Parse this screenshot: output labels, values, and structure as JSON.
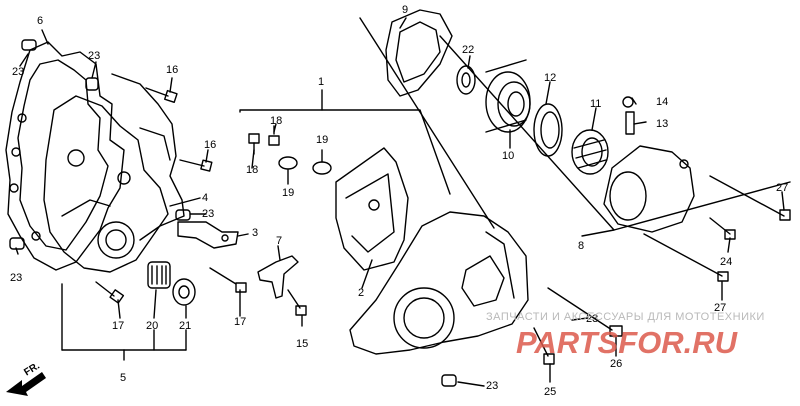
{
  "diagram": {
    "callouts": [
      {
        "id": "c6",
        "text": "6"
      },
      {
        "id": "c23a",
        "text": "23"
      },
      {
        "id": "c23b",
        "text": "23"
      },
      {
        "id": "c16a",
        "text": "16"
      },
      {
        "id": "c16b",
        "text": "16"
      },
      {
        "id": "c4",
        "text": "4"
      },
      {
        "id": "c23c",
        "text": "23"
      },
      {
        "id": "c3",
        "text": "3"
      },
      {
        "id": "c23d",
        "text": "23"
      },
      {
        "id": "c17a",
        "text": "17"
      },
      {
        "id": "c20",
        "text": "20"
      },
      {
        "id": "c21",
        "text": "21"
      },
      {
        "id": "c17b",
        "text": "17"
      },
      {
        "id": "c5",
        "text": "5"
      },
      {
        "id": "c7",
        "text": "7"
      },
      {
        "id": "c15",
        "text": "15"
      },
      {
        "id": "c1",
        "text": "1"
      },
      {
        "id": "c18a",
        "text": "18"
      },
      {
        "id": "c18b",
        "text": "18"
      },
      {
        "id": "c19a",
        "text": "19"
      },
      {
        "id": "c19b",
        "text": "19"
      },
      {
        "id": "c2",
        "text": "2"
      },
      {
        "id": "c9",
        "text": "9"
      },
      {
        "id": "c22",
        "text": "22"
      },
      {
        "id": "c12",
        "text": "12"
      },
      {
        "id": "c11",
        "text": "11"
      },
      {
        "id": "c14",
        "text": "14"
      },
      {
        "id": "c13",
        "text": "13"
      },
      {
        "id": "c10",
        "text": "10"
      },
      {
        "id": "c27a",
        "text": "27"
      },
      {
        "id": "c8",
        "text": "8"
      },
      {
        "id": "c24",
        "text": "24"
      },
      {
        "id": "c27b",
        "text": "27"
      },
      {
        "id": "c23e",
        "text": "23"
      },
      {
        "id": "c26",
        "text": "26"
      },
      {
        "id": "c25",
        "text": "25"
      },
      {
        "id": "c23f",
        "text": "23"
      }
    ],
    "direction_label": "FR.",
    "watermark": {
      "text": "ЗАПЧАСТИ И АКСЕССУАРЫ ДЛЯ МОТОТЕХНИКИ",
      "logo": "PARTSFOR.RU",
      "color": "#dc5a4c"
    }
  }
}
